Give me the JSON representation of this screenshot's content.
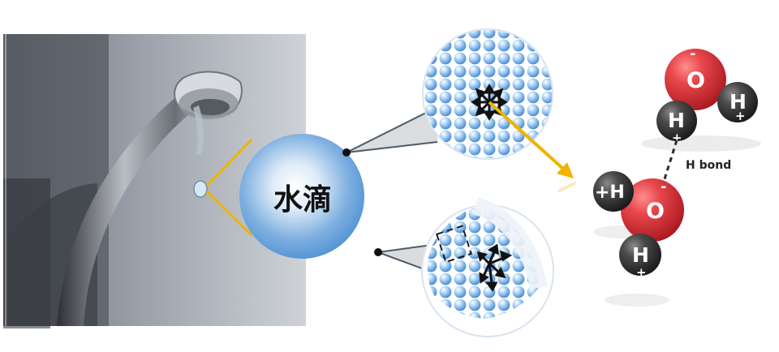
{
  "drop_label": "水滴",
  "hbond_label": "H bond",
  "atoms": {
    "oxygen": "O",
    "hydrogen": "H",
    "plus_hydrogen": "+H"
  },
  "charges": {
    "negative": "-",
    "positive": "+"
  },
  "colors": {
    "oxygen": "#d8323a",
    "hydrogen": "#3b3b3b",
    "connector": "#f2b400",
    "drop_blue": "#6fa6df",
    "molecule_blue": "#7fb4e6"
  }
}
